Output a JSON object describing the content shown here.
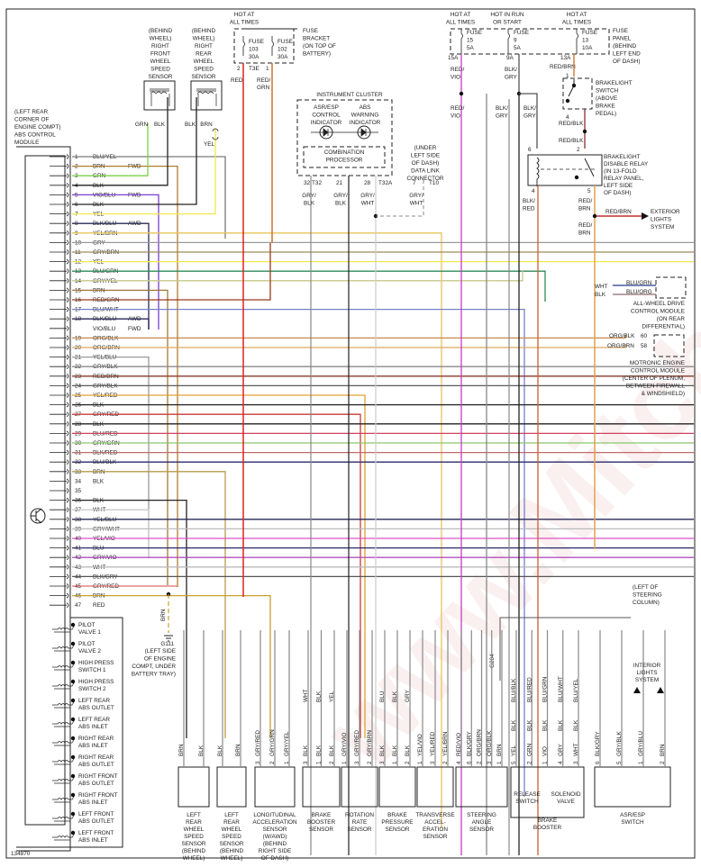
{
  "diagram_id": "134870",
  "watermark": "www.Mitchell-Auto.ru",
  "abs_module": {
    "label": [
      "(LEFT REAR",
      "CORNER OF",
      "ENGINE COMPT)",
      "ABS CONTROL",
      "MODULE"
    ],
    "pins": [
      {
        "pin": "1",
        "wire": "BLU/YEL",
        "note": "",
        "color": "#7a7a7a"
      },
      {
        "pin": "2",
        "wire": "BRN",
        "note": "FWD",
        "color": "#b07c2c"
      },
      {
        "pin": "3",
        "wire": "GRN",
        "note": "",
        "color": "#7ccf4a"
      },
      {
        "pin": "4",
        "wire": "BLK",
        "note": "",
        "color": "#222222"
      },
      {
        "pin": "5",
        "wire": "VIO/BLU",
        "note": "FWD",
        "color": "#7b3fd1"
      },
      {
        "pin": "6",
        "wire": "BLK",
        "note": "",
        "color": "#222222"
      },
      {
        "pin": "7",
        "wire": "YEL",
        "note": "",
        "color": "#f2e84a"
      },
      {
        "pin": "8",
        "wire": "BLK/BLU",
        "note": "AWD",
        "color": "#2a2a5a"
      },
      {
        "pin": "9",
        "wire": "YEL/BRN",
        "note": "",
        "color": "#e6c45a"
      },
      {
        "pin": "10",
        "wire": "GRY",
        "note": "",
        "color": "#9a9a9a"
      },
      {
        "pin": "11",
        "wire": "GRY/BRN",
        "note": "",
        "color": "#a08a5a"
      },
      {
        "pin": "12",
        "wire": "YEL",
        "note": "",
        "color": "#f2e84a"
      },
      {
        "pin": "13",
        "wire": "BLU/GRN",
        "note": "",
        "color": "#2e8b57"
      },
      {
        "pin": "14",
        "wire": "GRY/YEL",
        "note": "",
        "color": "#c8c88a"
      },
      {
        "pin": "15",
        "wire": "BRN",
        "note": "",
        "color": "#a0783a"
      },
      {
        "pin": "16",
        "wire": "RED/GRN",
        "note": "",
        "color": "#9a3a1a"
      },
      {
        "pin": "17",
        "wire": "BLU/WHT",
        "note": "",
        "color": "#7a80c8"
      },
      {
        "pin": "18",
        "wire": "BLK/BLU",
        "note": "AWD",
        "color": "#2a2a5a"
      },
      {
        "pin": "",
        "wire": "VIO/BLU",
        "note": "FWD",
        "color": "#7b3fd1"
      },
      {
        "pin": "19",
        "wire": "ORG/BLK",
        "note": "",
        "color": "#c88a4a"
      },
      {
        "pin": "20",
        "wire": "ORG/BRN",
        "note": "",
        "color": "#e0a860"
      },
      {
        "pin": "21",
        "wire": "YEL/BLU",
        "note": "",
        "color": "#9a9a9a"
      },
      {
        "pin": "22",
        "wire": "GRY/BLK",
        "note": "",
        "color": "#8a8a8a"
      },
      {
        "pin": "23",
        "wire": "RED/BRN",
        "note": "",
        "color": "#8a3a2a"
      },
      {
        "pin": "24",
        "wire": "GRY/BLK",
        "note": "",
        "color": "#5a5a5a"
      },
      {
        "pin": "25",
        "wire": "YEL/RED",
        "note": "",
        "color": "#e0a030"
      },
      {
        "pin": "26",
        "wire": "BLK",
        "note": "",
        "color": "#222222"
      },
      {
        "pin": "27",
        "wire": "GRY/RED",
        "note": "",
        "color": "#c83a3a"
      },
      {
        "pin": "28",
        "wire": "BLK",
        "note": "",
        "color": "#222222"
      },
      {
        "pin": "29",
        "wire": "BLU/RED",
        "note": "",
        "color": "#d04060"
      },
      {
        "pin": "30",
        "wire": "GRY/GRN",
        "note": "",
        "color": "#8ac86a"
      },
      {
        "pin": "31",
        "wire": "BLK/RED",
        "note": "",
        "color": "#c06a6a"
      },
      {
        "pin": "32",
        "wire": "BLU/BLK",
        "note": "",
        "color": "#2a2a6a"
      },
      {
        "pin": "33",
        "wire": "BRN",
        "note": "",
        "color": "#b89a4a"
      },
      {
        "pin": "34",
        "wire": "BLK",
        "note": "",
        "color": "#222222"
      },
      {
        "pin": "35",
        "wire": "",
        "note": "",
        "color": ""
      },
      {
        "pin": "36",
        "wire": "BLK",
        "note": "",
        "color": "#222222"
      },
      {
        "pin": "37",
        "wire": "WHT",
        "note": "",
        "color": "#cccccc"
      },
      {
        "pin": "38",
        "wire": "YEL/BLU",
        "note": "",
        "color": "#2a2a5a"
      },
      {
        "pin": "39",
        "wire": "GRY/WHT",
        "note": "",
        "color": "#bbbbbb"
      },
      {
        "pin": "40",
        "wire": "YEL/VIO",
        "note": "",
        "color": "#e050c8"
      },
      {
        "pin": "41",
        "wire": "BLU",
        "note": "",
        "color": "#2a2a6a"
      },
      {
        "pin": "42",
        "wire": "GRY/VIO",
        "note": "",
        "color": "#b050c0"
      },
      {
        "pin": "43",
        "wire": "WHT",
        "note": "",
        "color": "#bbbbbb"
      },
      {
        "pin": "44",
        "wire": "BLK/GRY",
        "note": "",
        "color": "#555555"
      },
      {
        "pin": "45",
        "wire": "GRY/RED",
        "note": "",
        "color": "#e06a6a"
      },
      {
        "pin": "46",
        "wire": "BRN",
        "note": "",
        "color": "#c8a030"
      },
      {
        "pin": "47",
        "wire": "RED",
        "note": "",
        "color": "#e04040"
      }
    ],
    "valves": [
      [
        "PILOT",
        "VALVE 1"
      ],
      [
        "PILOT",
        "VALVE 2"
      ],
      [
        "HIGH PRESS",
        "SWITCH 1"
      ],
      [
        "HIGH PRESS",
        "SWITCH 2"
      ],
      [
        "LEFT REAR",
        "ABS OUTLET"
      ],
      [
        "LEFT REAR",
        "ABS INLET"
      ],
      [
        "RIGHT REAR",
        "ABS INLET"
      ],
      [
        "RIGHT REAR",
        "ABS OUTLET"
      ],
      [
        "RIGHT FRONT",
        "ABS OUTLET"
      ],
      [
        "RIGHT FRONT",
        "ABS INLET"
      ],
      [
        "LEFT FRONT",
        "ABS OUTLET"
      ],
      [
        "LEFT FRONT",
        "ABS INLET"
      ]
    ]
  },
  "top": {
    "rf_sensor": {
      "label": [
        "(BEHIND",
        "WHEEL)",
        "RIGHT",
        "FRONT",
        "WHEEL",
        "SPEED",
        "SENSOR"
      ],
      "wires": [
        "GRN",
        "BLK"
      ]
    },
    "rr_sensor": {
      "label": [
        "(BEHIND",
        "WHEEL)",
        "RIGHT",
        "REAR",
        "WHEEL",
        "SPEED",
        "SENSOR"
      ],
      "wires": [
        "BLK",
        "BRN"
      ],
      "splice_wire": "YEL"
    },
    "fuse_bracket": {
      "hot": [
        "HOT AT",
        "ALL TIMES"
      ],
      "fuses": [
        [
          "FUSE",
          "103",
          "30A"
        ],
        [
          "FUSE",
          "102",
          "30A"
        ]
      ],
      "label": [
        "FUSE",
        "BRACKET",
        "(ON TOP OF",
        "BATTERY)"
      ],
      "connector": [
        "2",
        "T3E",
        "1"
      ],
      "wires": [
        "RED",
        "RED/",
        "GRN"
      ]
    },
    "instrument_cluster": {
      "title": "INSTRUMENT CLUSTER",
      "indicators": [
        [
          "ASR/ESP",
          "CONTROL",
          "INDICATOR"
        ],
        [
          "ABS",
          "WARNING",
          "INDICATOR"
        ]
      ],
      "processor": [
        "COMBINATION",
        "PROCESSOR"
      ],
      "pins": [
        "32",
        "T32",
        "21",
        "28",
        "T32A"
      ],
      "wires": [
        [
          "GRY/",
          "BLK"
        ],
        [
          "GRY/",
          "BLK"
        ],
        [
          "GRY/",
          "WHT"
        ]
      ]
    },
    "data_link": {
      "label": [
        "(UNDER",
        "LEFT SIDE",
        "OF DASH)",
        "DATA LINK",
        "CONNECTOR"
      ],
      "pin": [
        "7",
        "T10"
      ],
      "wire": [
        "GRY/",
        "WHT"
      ]
    },
    "fuse_panel": {
      "hots": [
        [
          "HOT AT",
          "ALL TIMES"
        ],
        [
          "HOT IN RUN",
          "OR START"
        ],
        [
          "HOT AT",
          "ALL TIMES"
        ]
      ],
      "fuses": [
        [
          "FUSE",
          "15",
          "5A"
        ],
        [
          "FUSE",
          "9",
          "5A"
        ],
        [
          "FUSE",
          "13",
          "10A"
        ]
      ],
      "label": [
        "FUSE",
        "PANEL",
        "(BEHIND",
        "LEFT END",
        "OF DASH)"
      ],
      "pins": [
        "15A",
        "9A",
        "13A"
      ],
      "wires": [
        [
          "RED/",
          "VIO"
        ],
        [
          "BLK/",
          "GRY"
        ],
        [
          "RED/BRN"
        ]
      ]
    },
    "brakelight_switch": {
      "label": [
        "BRAKELIGHT",
        "SWITCH",
        "(ABOVE",
        "BRAKE",
        "PEDAL)"
      ],
      "pins": [
        "1",
        "4"
      ],
      "wire": "RED/BLK"
    },
    "relay": {
      "label": [
        "BRAKELIGHT",
        "DISABLE RELAY",
        "(IN 13-FOLD",
        "RELAY PANEL,",
        "LEFT SIDE",
        "OF DASH)"
      ],
      "pins": [
        "6",
        "2",
        "4",
        "5"
      ],
      "wires": [
        [
          "BLK/",
          "RED"
        ],
        [
          "RED/",
          "BRN"
        ]
      ]
    },
    "exterior": {
      "wire": "RED/BRN",
      "label": [
        "EXTERIOR",
        "LIGHTS",
        "SYSTEM"
      ]
    },
    "awd_module": {
      "wires": [
        [
          "WHT",
          "BLU/GRN"
        ],
        [
          "BLK",
          "BLU/ORG"
        ]
      ],
      "label": [
        "ALL-WHEEL DRIVE",
        "CONTROL MODULE",
        "(ON REAR",
        "DIFFERENTIAL)"
      ]
    },
    "motronic": {
      "wires": [
        [
          "ORG/BLK",
          "60"
        ],
        [
          "ORG/BRN",
          "58"
        ]
      ],
      "label": [
        "MOTRONIC ENGINE",
        "CONTROL MODULE",
        "(CENTER OF PLENUM,",
        "BETWEEN FIREWALL",
        "& WINDSHIELD)"
      ]
    }
  },
  "ground": {
    "wire": "BRN",
    "id": "G111",
    "label": [
      "(LEFT SIDE",
      "OF ENGINE",
      "COMPT, UNDER",
      "BATTERY TRAY)"
    ]
  },
  "steering_column": {
    "label": [
      "(LEFT OF",
      "STEERING",
      "COLUMN)"
    ],
    "id": "G204",
    "wire": "BRN"
  },
  "bottom_components": [
    {
      "name": "LEFT REAR WHEEL SPEED SENSOR",
      "label": [
        "LEFT",
        "REAR",
        "WHEEL",
        "SPEED",
        "SENSOR",
        "(BEHIND",
        "WHEEL)"
      ],
      "wires": [
        "BRN",
        "BLK"
      ]
    },
    {
      "name": "LEFT REAR WHEEL SPEED SENSOR 2",
      "label": [
        "LEFT",
        "REAR",
        "WHEEL",
        "SPEED",
        "SENSOR",
        "(BEHIND",
        "WHEEL)"
      ],
      "wires": [
        "BLK",
        "BRN"
      ]
    },
    {
      "name": "LONGITUDINAL ACCELERATION SENSOR",
      "label": [
        "LONGITUDINAL",
        "ACCELERATION",
        "SENSOR",
        "(W/AWD)",
        "(BEHIND",
        "RIGHT SIDE",
        "OF DASH)"
      ],
      "wires": [
        "GRY/RED",
        "GRY/GRN",
        "GRY/YEL"
      ],
      "pins": [
        "3",
        "2",
        "1"
      ]
    },
    {
      "name": "BRAKE BOOSTER SENSOR",
      "label": [
        "BRAKE",
        "BOOSTER",
        "SENSOR"
      ],
      "wires": [
        "BLK",
        "BLK",
        "BLK"
      ],
      "upper": [
        "WHT",
        "BLK",
        "YEL"
      ],
      "pins": [
        "3",
        "1",
        "2"
      ]
    },
    {
      "name": "ROTATION RATE SENSOR",
      "label": [
        "ROTATION",
        "RATE",
        "SENSOR"
      ],
      "wires": [
        "GRY/VIO",
        "GRY/RED",
        "GRY/BRN"
      ],
      "pins": [
        "1",
        "3",
        "2"
      ]
    },
    {
      "name": "BRAKE PRESSURE SENSOR",
      "label": [
        "BRAKE",
        "PRESSURE",
        "SENSOR"
      ],
      "wires": [
        "BLK",
        "BLK",
        "BLK"
      ],
      "upper": [
        "BLU",
        "BLK",
        "GRY"
      ],
      "pins": [
        "3",
        "1",
        "2"
      ]
    },
    {
      "name": "TRANSVERSE ACCELERATION SENSOR",
      "label": [
        "TRANSVERSE",
        "ACCEL-",
        "ERATION",
        "SENSOR"
      ],
      "wires": [
        "YEL/VIO",
        "YEL/RED",
        "YEL/BRN"
      ],
      "pins": [
        "1",
        "3",
        "2"
      ]
    },
    {
      "name": "STEERING ANGLE SENSOR",
      "label": [
        "STEERING",
        "ANGLE",
        "SENSOR"
      ],
      "wires": [
        "RED/VIO",
        "BLK/GRY",
        "ORG/BRN",
        "ORG/BLK",
        "BRN"
      ],
      "pins": [
        "4",
        "6",
        "2",
        "3",
        "1"
      ]
    },
    {
      "name": "BRAKE BOOSTER",
      "label": [
        "BRAKE",
        "BOOSTER"
      ],
      "sub": [
        [
          "RELEASE",
          "SWITCH"
        ],
        [
          "SOLENOID",
          "VALVE"
        ]
      ],
      "wires": [
        "YEL",
        "GRN",
        "VIO",
        "GRY",
        "WHT"
      ],
      "upper": [
        "BLU/BLK",
        "BLU/RED",
        "BLU/GRN",
        "BLU/WHT",
        "BLU/YEL"
      ],
      "mid": [
        "BLK",
        "BLK",
        "BLK",
        "BLK",
        "BLK"
      ],
      "pins": [
        "5",
        "2",
        "1",
        "4",
        "3"
      ]
    },
    {
      "name": "ASR/ESP SWITCH",
      "label": [
        "ASR/ESP",
        "SWITCH"
      ],
      "wires": [
        "BLK/GRY",
        "GRY/BLK",
        "GRY/BLU",
        "BRN"
      ],
      "pins": [
        "6",
        "5",
        "1",
        "2"
      ]
    }
  ],
  "interior": {
    "label": [
      "INTERIOR",
      "LIGHTS",
      "SYSTEM"
    ]
  }
}
